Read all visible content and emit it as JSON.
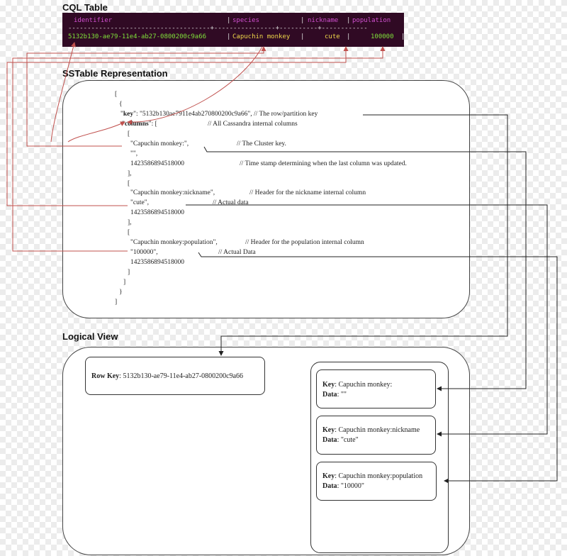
{
  "headings": {
    "cql": "CQL Table",
    "sstable": "SSTable Representation",
    "logical": "Logical View"
  },
  "cql_table": {
    "header": {
      "identifier": "identifier",
      "species": "species",
      "nickname": "nickname",
      "population": "population"
    },
    "divider": "-------------------------------------+----------------+----------+------------",
    "row": {
      "identifier": "5132b130-ae79-11e4-ab27-0800200c9a66",
      "species": "Capuchin monkey",
      "nickname": "cute",
      "population": "100000"
    }
  },
  "sstable": {
    "open_bracket": "[",
    "open_brace": "{",
    "key_label": "key",
    "key_value": ": \"5132b130ae7911e4ab270800200c9a66\", // The row/partition key",
    "columns_label": "columns",
    "columns_value": ": [                              // All Cassandra internal columns",
    "c1_open": "[",
    "c1_name": "\"Capuchin monkey:\",",
    "c1_name_comment": "// The Cluster key.",
    "c1_value": "\"\",",
    "c1_ts": "1423586894518000",
    "c1_ts_comment": "// Time stamp determining when the last column was updated.",
    "c1_close": "],",
    "c2_open": "[",
    "c2_name": "\"Capuchin monkey:nickname\",",
    "c2_name_comment": "// Header for the nickname internal column",
    "c2_value": "\"cute\",",
    "c2_value_comment": "// Actual data",
    "c2_ts": "1423586894518000",
    "c2_close": "],",
    "c3_open": "[",
    "c3_name": "\"Capuchin monkey:population\",",
    "c3_name_comment": "// Header for the population internal column",
    "c3_value": "\"100000\",",
    "c3_value_comment": "// Actual Data",
    "c3_ts": "1423586894518000",
    "c3_close": "]",
    "cols_close": "]",
    "close_brace": "}",
    "close_bracket": "]"
  },
  "logical": {
    "row_key_label": "Row Key",
    "row_key_value": ": 5132b130-ae79-11e4-ab27-0800200c9a66",
    "cells": [
      {
        "key_label": "Key",
        "key_value": ": Capuchin monkey:",
        "data_label": "Data",
        "data_value": ": \"\""
      },
      {
        "key_label": "Key",
        "key_value": ": Capuchin monkey:nickname",
        "data_label": "Data",
        "data_value": ": \"cute\""
      },
      {
        "key_label": "Key",
        "key_value": ": Capuchin monkey:population",
        "data_label": "Data",
        "data_value": ": \"10000\""
      }
    ]
  },
  "colors": {
    "term_bg": "#300a24",
    "term_header": "#d050d0",
    "term_green": "#7fe03a",
    "term_yellow": "#f0d84a",
    "red_connector": "#c0504d",
    "black_connector": "#222222"
  }
}
